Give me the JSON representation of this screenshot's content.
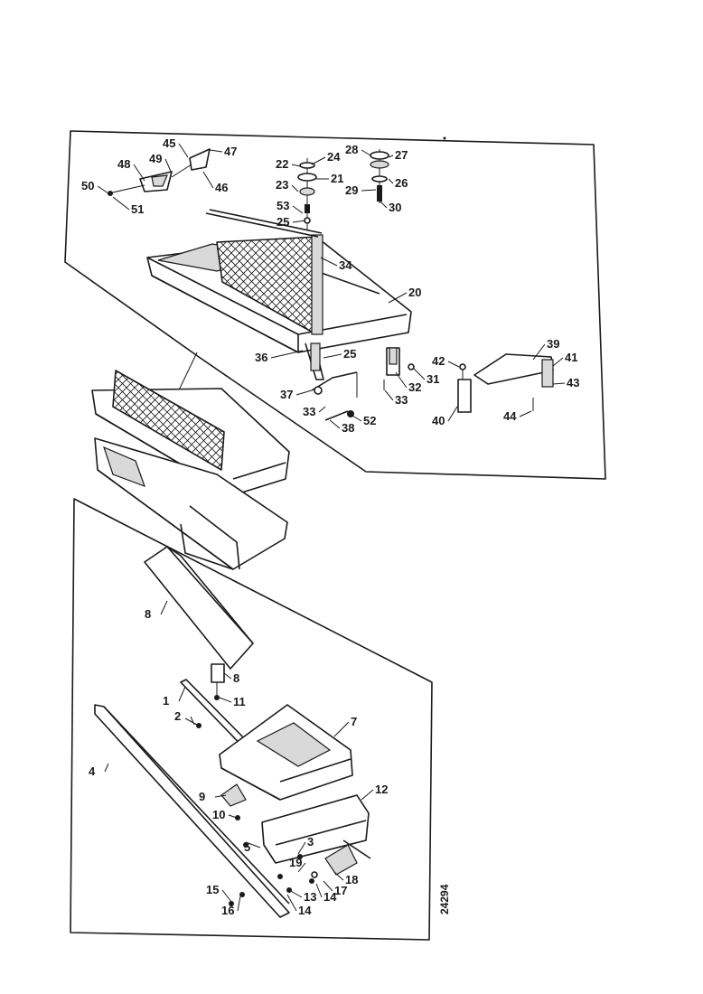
{
  "drawing_code": "24294",
  "callouts": [
    {
      "id": "c45",
      "text": "45"
    },
    {
      "id": "c47",
      "text": "47"
    },
    {
      "id": "c48",
      "text": "48"
    },
    {
      "id": "c49",
      "text": "49"
    },
    {
      "id": "c46",
      "text": "46"
    },
    {
      "id": "c50",
      "text": "50"
    },
    {
      "id": "c51",
      "text": "51"
    },
    {
      "id": "c22",
      "text": "22"
    },
    {
      "id": "c24",
      "text": "24"
    },
    {
      "id": "c28",
      "text": "28"
    },
    {
      "id": "c27",
      "text": "27"
    },
    {
      "id": "c23",
      "text": "23"
    },
    {
      "id": "c21",
      "text": "21"
    },
    {
      "id": "c29",
      "text": "29"
    },
    {
      "id": "c26",
      "text": "26"
    },
    {
      "id": "c30",
      "text": "30"
    },
    {
      "id": "c53",
      "text": "53"
    },
    {
      "id": "c25a",
      "text": "25"
    },
    {
      "id": "c34",
      "text": "34"
    },
    {
      "id": "c20",
      "text": "20"
    },
    {
      "id": "c39",
      "text": "39"
    },
    {
      "id": "c42",
      "text": "42"
    },
    {
      "id": "c41",
      "text": "41"
    },
    {
      "id": "c36",
      "text": "36"
    },
    {
      "id": "c25b",
      "text": "25"
    },
    {
      "id": "c31",
      "text": "31"
    },
    {
      "id": "c32",
      "text": "32"
    },
    {
      "id": "c33a",
      "text": "33"
    },
    {
      "id": "c43",
      "text": "43"
    },
    {
      "id": "c37",
      "text": "37"
    },
    {
      "id": "c33b",
      "text": "33"
    },
    {
      "id": "c52",
      "text": "52"
    },
    {
      "id": "c38",
      "text": "38"
    },
    {
      "id": "c40",
      "text": "40"
    },
    {
      "id": "c44",
      "text": "44"
    },
    {
      "id": "c8a",
      "text": "8"
    },
    {
      "id": "c8b",
      "text": "8"
    },
    {
      "id": "c1",
      "text": "1"
    },
    {
      "id": "c11",
      "text": "11"
    },
    {
      "id": "c2",
      "text": "2"
    },
    {
      "id": "c7",
      "text": "7"
    },
    {
      "id": "c4",
      "text": "4"
    },
    {
      "id": "c9",
      "text": "9"
    },
    {
      "id": "c12",
      "text": "12"
    },
    {
      "id": "c10",
      "text": "10"
    },
    {
      "id": "c5",
      "text": "5"
    },
    {
      "id": "c3",
      "text": "3"
    },
    {
      "id": "c19",
      "text": "19"
    },
    {
      "id": "c18",
      "text": "18"
    },
    {
      "id": "c17",
      "text": "17"
    },
    {
      "id": "c15",
      "text": "15"
    },
    {
      "id": "c13",
      "text": "13"
    },
    {
      "id": "c14a",
      "text": "14"
    },
    {
      "id": "c14b",
      "text": "14"
    },
    {
      "id": "c16",
      "text": "16"
    }
  ]
}
